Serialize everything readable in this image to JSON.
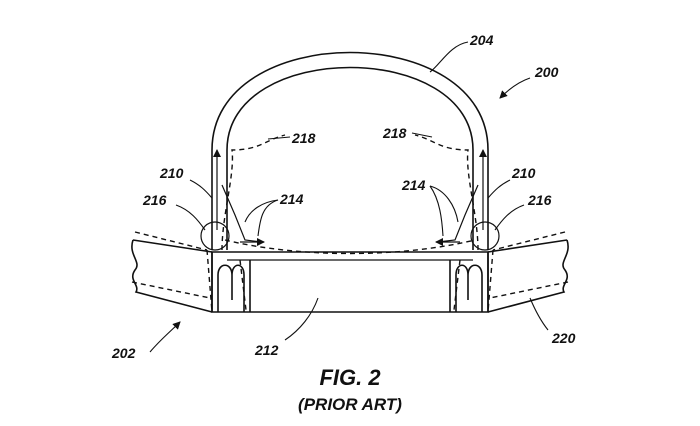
{
  "figure": {
    "title": "FIG. 2",
    "subtitle": "(PRIOR ART)"
  },
  "labels": {
    "l200": "200",
    "l202": "202",
    "l204": "204",
    "l210_left": "210",
    "l210_right": "210",
    "l212": "212",
    "l214_left": "214",
    "l214_right": "214",
    "l216_left": "216",
    "l216_right": "216",
    "l218_left": "218",
    "l218_right": "218",
    "l220": "220"
  }
}
